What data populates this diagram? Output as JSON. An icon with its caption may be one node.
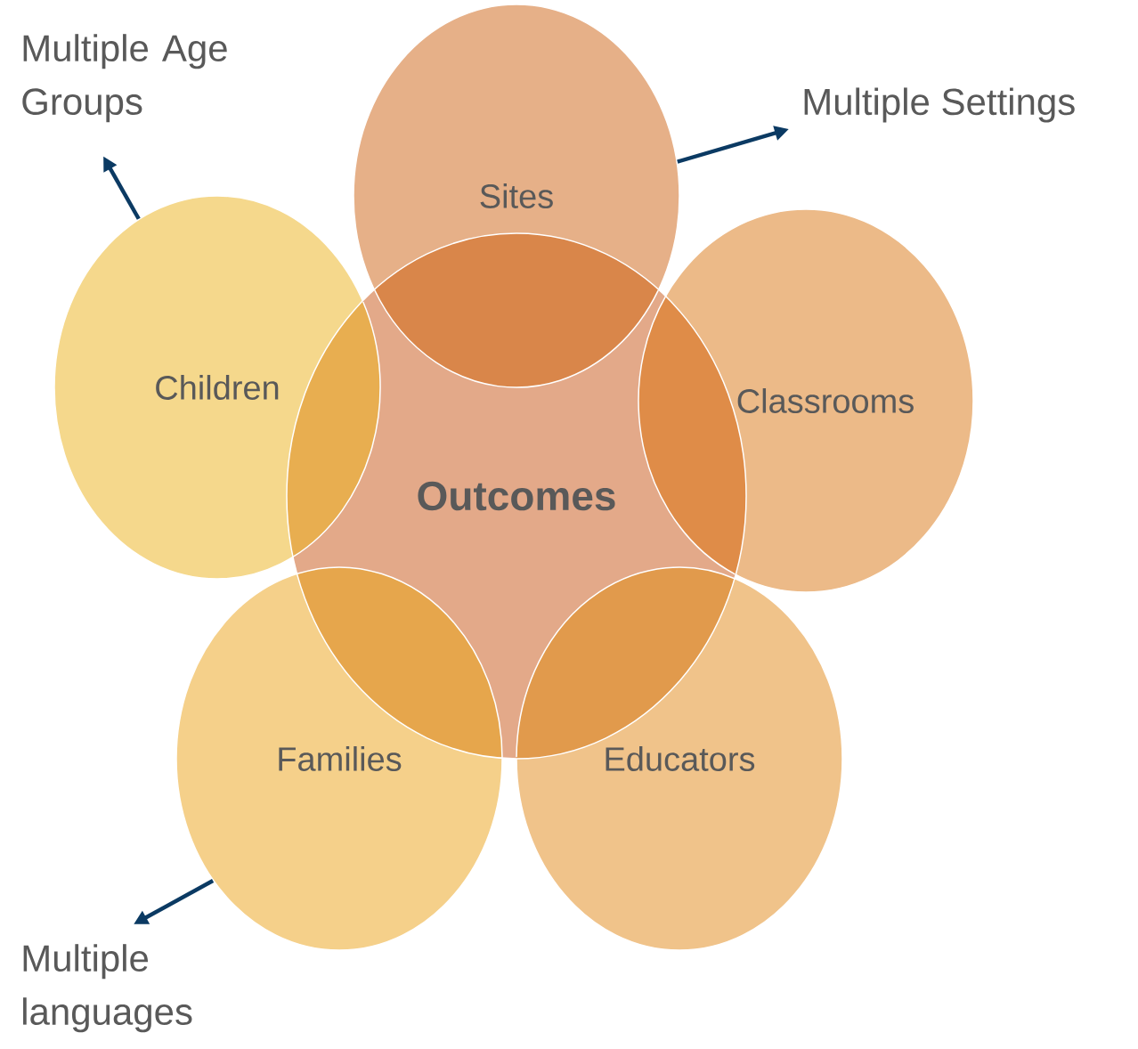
{
  "diagram": {
    "nodes": [
      {
        "text": [
          "Outcomes"
        ]
      },
      {
        "text": [
          "Sites"
        ]
      },
      {
        "text": [
          "Classrooms"
        ]
      },
      {
        "text": [
          "Educators"
        ]
      },
      {
        "text": [
          "Families"
        ]
      },
      {
        "text": [
          "Children"
        ]
      },
      {
        "text": [
          "Multiple Age Groups"
        ]
      },
      {
        "text": [
          "Multiple Settings"
        ]
      },
      {
        "text": [
          "Multiple languages"
        ]
      }
    ],
    "edges": [
      {
        "from": 5,
        "to": 6,
        "arrow": "to"
      },
      {
        "from": 1,
        "to": 7,
        "arrow": "to"
      },
      {
        "from": 4,
        "to": 8,
        "arrow": "to"
      }
    ]
  }
}
